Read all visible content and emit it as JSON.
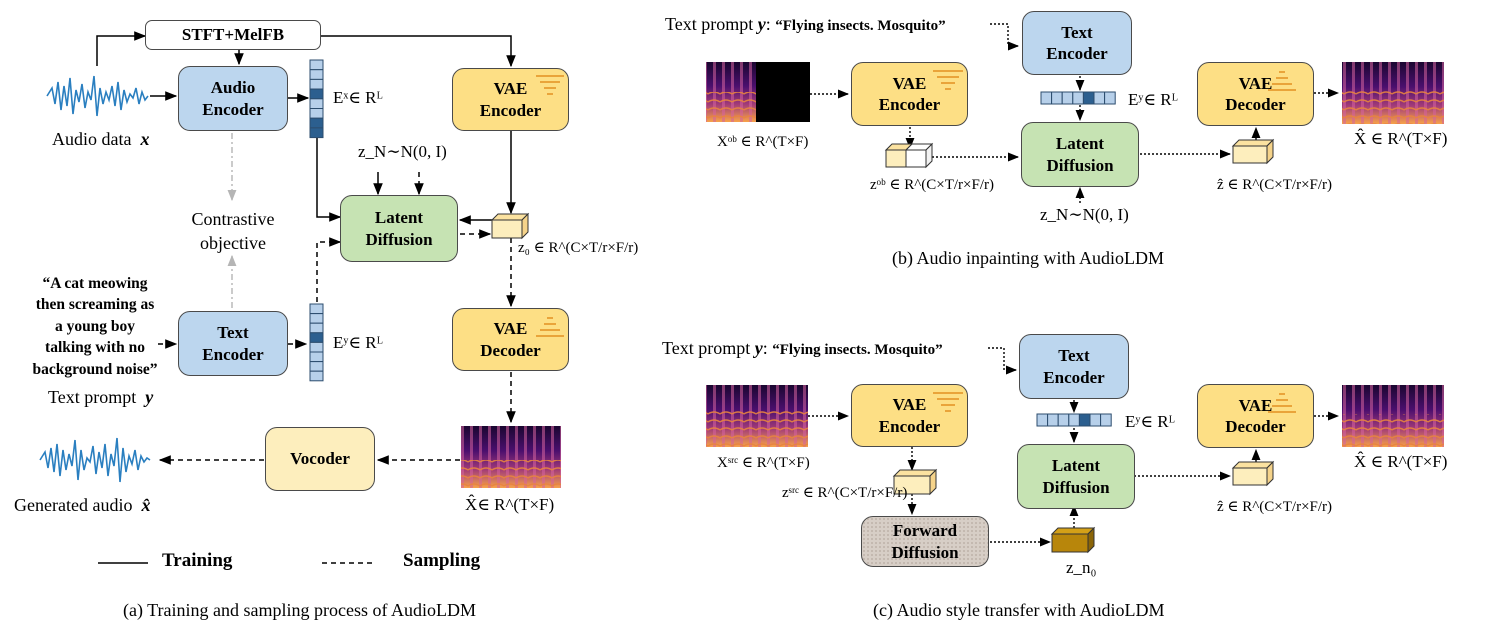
{
  "panel_a": {
    "stft": "STFT+MelFB",
    "audio_encoder": "Audio\nEncoder",
    "text_encoder": "Text\nEncoder",
    "vae_encoder": "VAE\nEncoder",
    "vae_decoder": "VAE\nDecoder",
    "latent_diffusion": "Latent\nDiffusion",
    "vocoder": "Vocoder",
    "audio_data": "Audio data",
    "audio_data_sym": "x",
    "contrastive": "Contrastive\nobjective",
    "prompt_quote": "“A cat meowing\nthen screaming as\na young boy\ntalking with no\nbackground noise”",
    "text_prompt": "Text prompt",
    "text_prompt_sym": "y",
    "generated_audio": "Generated audio",
    "generated_audio_sym": "x̂",
    "ex_label": "Eˣ∈ Rᴸ",
    "ey_label": "Eʸ∈ Rᴸ",
    "zn_label": "z_N∼N(0, I)",
    "z0_label": "z₀ ∈ R^(C×T/r×F/r)",
    "xhat_label": "X̂∈ R^(T×F)",
    "legend_training": "Training",
    "legend_sampling": "Sampling",
    "caption": "(a) Training and sampling process of AudioLDM"
  },
  "panel_b": {
    "text_prompt": "Text prompt",
    "prompt_sym": "y",
    "prompt_value": "“Flying insects. Mosquito”",
    "text_encoder": "Text\nEncoder",
    "vae_encoder": "VAE\nEncoder",
    "vae_decoder": "VAE\nDecoder",
    "latent_diffusion": "Latent\nDiffusion",
    "xob_label": "Xᵒᵇ ∈ R^(T×F)",
    "zob_label": "zᵒᵇ ∈ R^(C×T/r×F/r)",
    "ey_label": "Eʸ∈ Rᴸ",
    "zn_label": "z_N∼N(0, I)",
    "zhat_label": "ẑ ∈ R^(C×T/r×F/r)",
    "xhat_label": "X̂ ∈ R^(T×F)",
    "caption": "(b) Audio inpainting with AudioLDM"
  },
  "panel_c": {
    "text_prompt": "Text prompt",
    "prompt_sym": "y",
    "prompt_value": "“Flying insects. Mosquito”",
    "text_encoder": "Text\nEncoder",
    "vae_encoder": "VAE\nEncoder",
    "vae_decoder": "VAE\nDecoder",
    "latent_diffusion": "Latent\nDiffusion",
    "forward_diffusion": "Forward\nDiffusion",
    "xsrc_label": "Xˢʳᶜ ∈ R^(T×F)",
    "zsrc_label": "zˢʳᶜ ∈ R^(C×T/r×F/r)",
    "ey_label": "Eʸ∈ Rᴸ",
    "zn0_label": "z_n₀",
    "zhat_label": "ẑ ∈ R^(C×T/r×F/r)",
    "xhat_label": "X̂ ∈ R^(T×F)",
    "caption": "(c) Audio style transfer with AudioLDM"
  },
  "colors": {
    "blue_box": "#bcd6ee",
    "yellow_box": "#fddf85",
    "green_box": "#c6e3b3",
    "cream_box": "#fdeebd",
    "embedding_dark": "#2c5f8f",
    "embedding_light": "#b7d0ea",
    "latent_gold": "#b8860b",
    "waveform": "#2a7fc0"
  }
}
